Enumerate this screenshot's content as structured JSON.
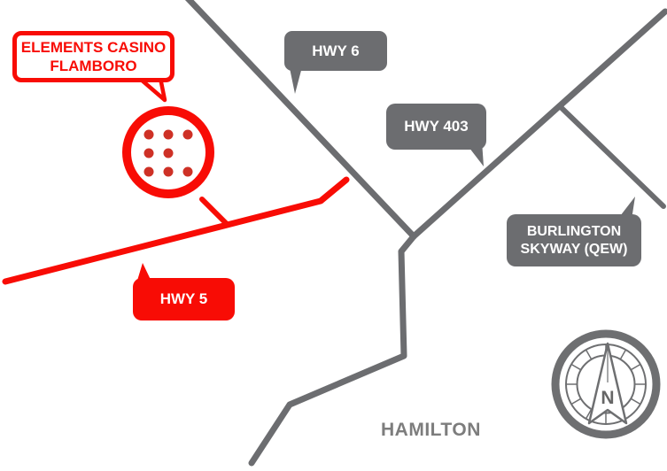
{
  "colors": {
    "red": "#F80C05",
    "dot_red": "#CE3126",
    "gray": "#6C6D70",
    "city_gray": "#7D7D7D",
    "compass_gray": "#6E6F71",
    "white": "#FFFFFF"
  },
  "callouts": {
    "casino": {
      "line1": "ELEMENTS CASINO",
      "line2": "FLAMBORO"
    },
    "hwy6": {
      "label": "HWY 6"
    },
    "hwy403": {
      "label": "HWY 403"
    },
    "burlington": {
      "line1": "BURLINGTON",
      "line2": "SKYWAY (QEW)"
    },
    "hwy5": {
      "label": "HWY 5"
    }
  },
  "labels": {
    "city": "HAMILTON",
    "compass_north": "N"
  }
}
